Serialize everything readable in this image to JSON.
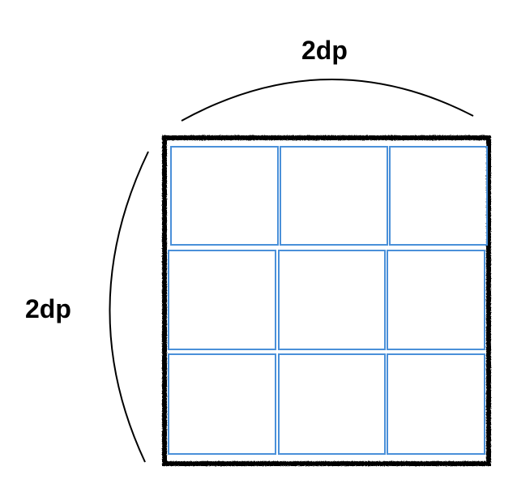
{
  "labels": {
    "width": "2dp",
    "height": "2dp"
  },
  "grid": {
    "rows": 3,
    "columns": 3
  },
  "colors": {
    "frame": "#000000",
    "cell_border": "#4a90d9",
    "background": "#ffffff"
  }
}
